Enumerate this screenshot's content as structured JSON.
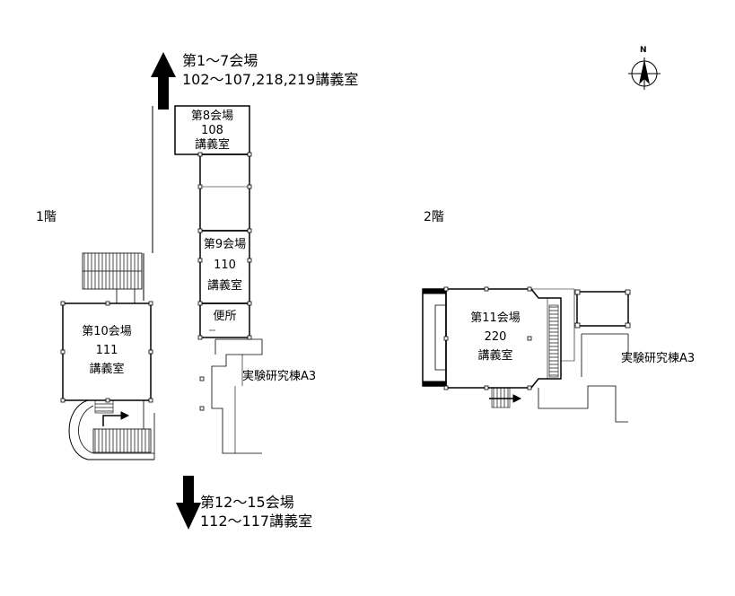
{
  "floor1": {
    "label": "1階",
    "top_arrow": {
      "line1": "第1～7会場",
      "line2": "102～107,218,219講義室"
    },
    "bottom_arrow": {
      "line1": "第12～15会場",
      "line2": "112～117講義室"
    },
    "room8": {
      "name": "第8会場",
      "number": "108",
      "type": "講義室"
    },
    "room9": {
      "name": "第9会場",
      "number": "110",
      "type": "講義室"
    },
    "toilet": {
      "name": "便所"
    },
    "room10": {
      "name": "第10会場",
      "number": "111",
      "type": "講義室"
    },
    "building": "実験研究棟A3"
  },
  "floor2": {
    "label": "2階",
    "room11": {
      "name": "第11会場",
      "number": "220",
      "type": "講義室"
    },
    "building": "実験研究棟A3"
  },
  "compass": {
    "north_label": "N"
  }
}
